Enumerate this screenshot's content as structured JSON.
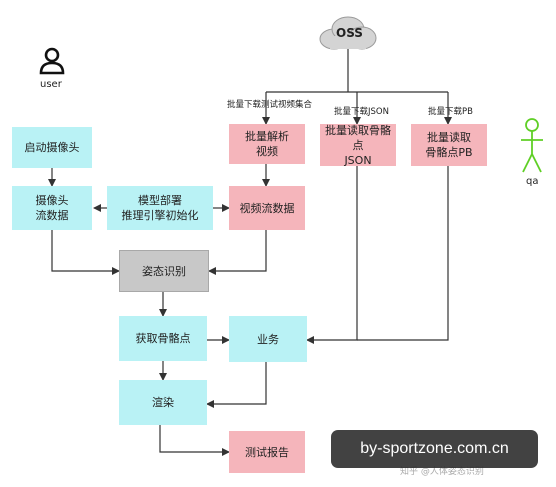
{
  "cloud": {
    "label": "OSS"
  },
  "actors": {
    "user": "user",
    "qa": "qa"
  },
  "nodes": {
    "start_camera": "启动摄像头",
    "camera_stream": "摄像头\n流数据",
    "model_deploy": "模型部署\n推理引擎初始化",
    "video_stream": "视频流数据",
    "batch_parse": "批量解析\n视频",
    "batch_read_json": "批量读取骨骼点\nJSON",
    "batch_read_pb": "批量读取\n骨骼点PB",
    "pose_recognition": "姿态识别",
    "get_skeleton": "获取骨骼点",
    "business": "业务",
    "render": "渲染",
    "test_report": "测试报告"
  },
  "edge_labels": {
    "download_videos": "批量下载测试视频集合",
    "download_json": "批量下载JSON",
    "download_pb": "批量下载PB"
  },
  "watermark": {
    "text": "by-sportzone.com.cn",
    "faint": "知乎 @人体姿态识别"
  },
  "colors": {
    "cyan": "#b9f2f5",
    "pink": "#f5b5bb",
    "gray": "#c8c8c8",
    "line": "#333333"
  }
}
